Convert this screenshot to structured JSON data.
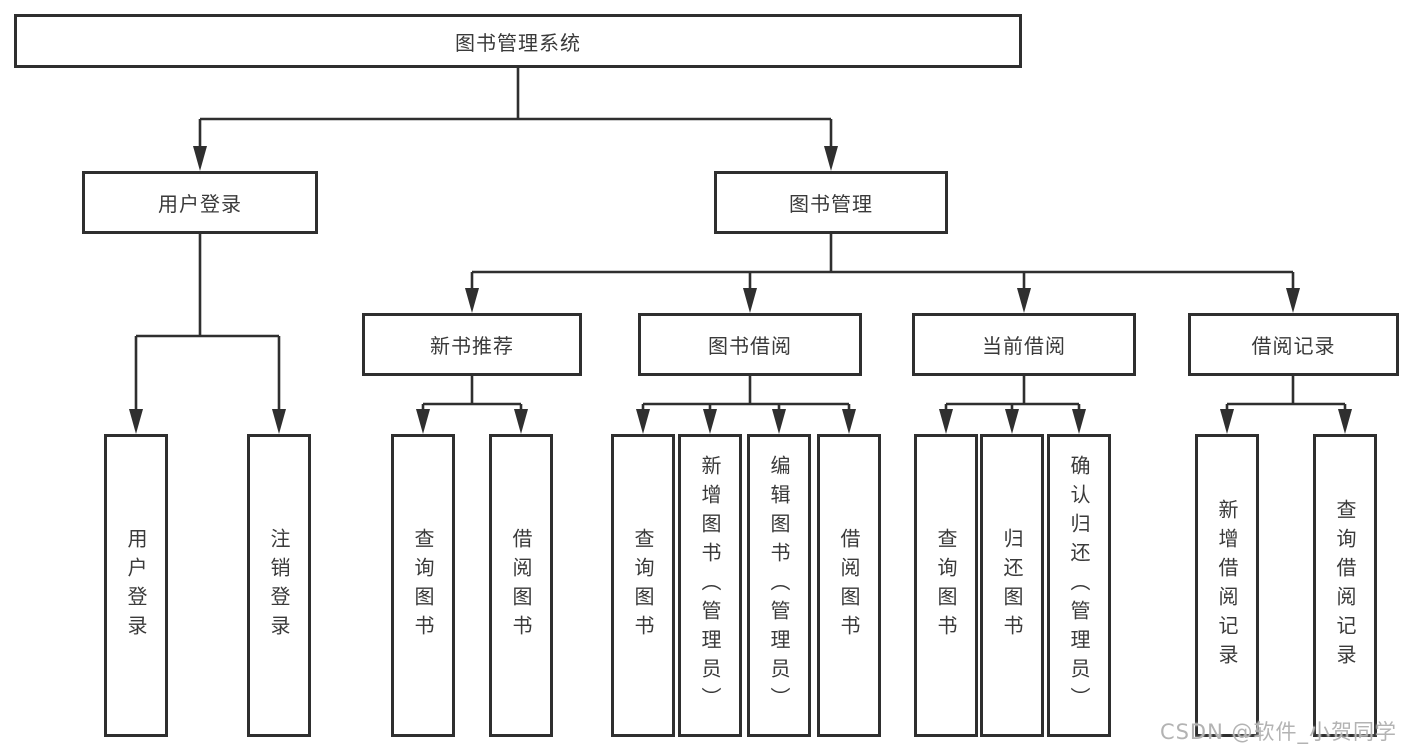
{
  "diagram": {
    "type": "hierarchy-tree",
    "root": {
      "label": "图书管理系统",
      "children": [
        {
          "label": "用户登录",
          "children": [
            {
              "label": "用户登录"
            },
            {
              "label": "注销登录"
            }
          ]
        },
        {
          "label": "图书管理",
          "children": [
            {
              "label": "新书推荐",
              "children": [
                {
                  "label": "查询图书"
                },
                {
                  "label": "借阅图书"
                }
              ]
            },
            {
              "label": "图书借阅",
              "children": [
                {
                  "label": "查询图书"
                },
                {
                  "label": "新增图书（管理员）"
                },
                {
                  "label": "编辑图书（管理员）"
                },
                {
                  "label": "借阅图书"
                }
              ]
            },
            {
              "label": "当前借阅",
              "children": [
                {
                  "label": "查询图书"
                },
                {
                  "label": "归还图书"
                },
                {
                  "label": "确认归还（管理员）"
                }
              ]
            },
            {
              "label": "借阅记录",
              "children": [
                {
                  "label": "新增借阅记录"
                },
                {
                  "label": "查询借阅记录"
                }
              ]
            }
          ]
        }
      ]
    }
  },
  "watermark": {
    "text": "CSDN @软件_小贺同学"
  },
  "colors": {
    "line": "#2f2f2f",
    "box_border": "#2f2f2f",
    "text": "#3a3a3a",
    "background": "#ffffff",
    "watermark": "#b3b3b3"
  }
}
